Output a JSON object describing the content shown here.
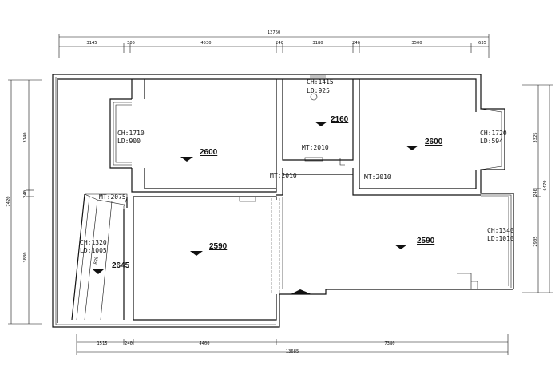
{
  "plan": {
    "top_dims": {
      "total": "13760",
      "segments": [
        "3145",
        "305",
        "4530",
        "240",
        "3180",
        "240",
        "3500",
        "635"
      ]
    },
    "bottom_dims": {
      "total": "13685",
      "segments": [
        "1515",
        "240",
        "4400",
        "7380"
      ]
    },
    "left_dims": {
      "total": "7420",
      "segments": [
        "3140",
        "240",
        "3880"
      ]
    },
    "right_dims": {
      "total": "6470",
      "segments": [
        "3325",
        "240",
        "2905"
      ]
    },
    "rooms": [
      {
        "height": "2600"
      },
      {
        "height": "2160"
      },
      {
        "height": "2600"
      },
      {
        "height": "2590"
      },
      {
        "height": "2645"
      },
      {
        "height": "2590"
      }
    ],
    "openings": [
      {
        "ch": "CH:1415",
        "ld": "LD:925"
      },
      {
        "ch": "CH:1710",
        "ld": "LD:900"
      },
      {
        "ch": "CH:1720",
        "ld": "LD:594"
      },
      {
        "ch": "CH:1320",
        "ld": "LD:1005"
      },
      {
        "ch": "CH:1340",
        "ld": "LD:1010"
      }
    ],
    "doors": [
      "MT:2010",
      "MT:2010",
      "MT:2010",
      "MT:2075"
    ],
    "misc_labels": [
      "820"
    ]
  }
}
